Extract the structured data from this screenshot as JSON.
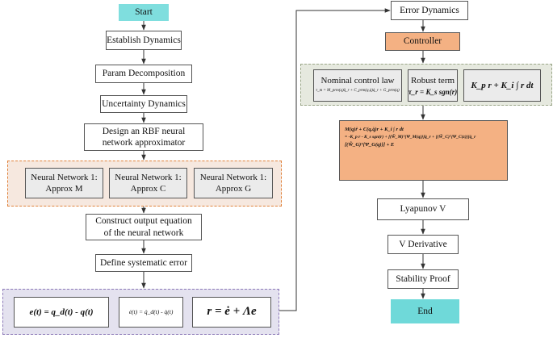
{
  "left_column": {
    "start": "Start",
    "establish": "Establish Dynamics",
    "param": "Param Decomposition",
    "uncertainty": "Uncertainty Dynamics",
    "design_rbf": "Design an RBF neural network approximator",
    "nn_group": [
      {
        "line1": "Neural Network 1:",
        "line2": "Approx M"
      },
      {
        "line1": "Neural Network 1:",
        "line2": "Approx C"
      },
      {
        "line1": "Neural Network 1:",
        "line2": "Approx G"
      }
    ],
    "construct_output": "Construct output equation of the neural network",
    "define_error": "Define systematic error",
    "error_group": {
      "eq1": "e(t) = q_d(t) - q(t)",
      "eq2": "ė(t) = q̇_d(t) - q̇(t)",
      "eq3": "r = ė + Λe"
    }
  },
  "right_column": {
    "error_dynamics": "Error Dynamics",
    "controller": "Controller",
    "control_group": {
      "nominal_title": "Nominal control law",
      "nominal_eq": "τ_m = M_prm(q)q̈_r + C_prm(q,q̇)q̇_r + G_prm(q)",
      "robust_title": "Robust term",
      "robust_eq": "τ_r = K_s sgn(r)",
      "pi_eq": "K_p r + K_i ∫ r dt"
    },
    "closed_loop": {
      "line1": "M(q)ṙ + C(q,q̇)r + K_i ∫ r dt",
      "line2": "= -K_p r - K_s sgn(r) + [(W̃_M)ᵀ{Ψ_M(q)}]q̈_r + [(W̃_C)ᵀ{Ψ_C(z)}]q̇_r",
      "line3": "[(W̃_G)ᵀ{Ψ_G(q)}] + E"
    },
    "lyapunov": "Lyapunov V",
    "v_derivative": "V Derivative",
    "stability": "Stability Proof",
    "end": "End"
  },
  "colors": {
    "terminal": "#7fdede",
    "controller": "#f4b183",
    "nn_group_border": "#e0823b",
    "error_group_border": "#8d7ab8",
    "control_group_border": "#9aa688"
  }
}
